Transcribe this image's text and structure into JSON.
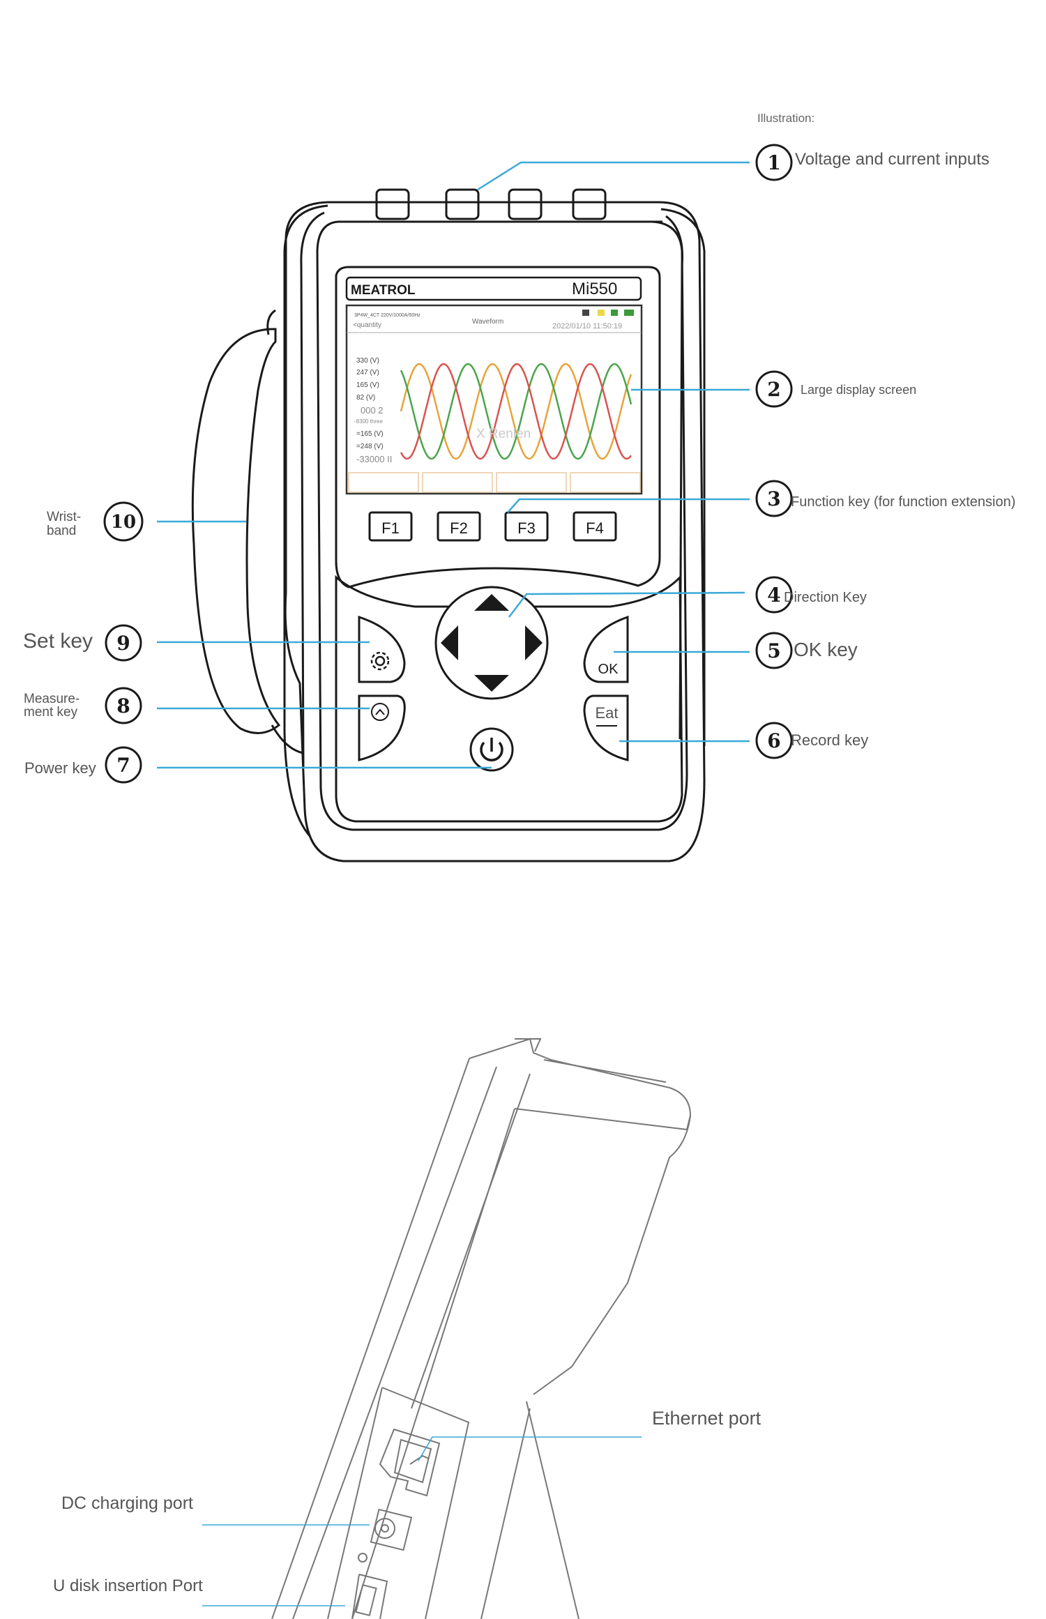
{
  "illustration_label": "Illustration:",
  "device": {
    "brand": "MEATROL",
    "model": "Mi550",
    "screen": {
      "header_left": "3P4W_4CT 220V/1000A/50Hz",
      "header_sub": "<quantity",
      "mode": "Waveform",
      "datetime": "2022/01/10 11:50:19",
      "y_ticks": [
        "330 (V)",
        "247 (V)",
        "165 (V)",
        "82 (V)",
        "000 2",
        "-8300 three",
        "=165 (V)",
        "=248 (V)",
        "-33000 II"
      ],
      "watermark": "X Renlen",
      "wave_colors": [
        "#e8a33a",
        "#4aa54a",
        "#d9534f"
      ]
    },
    "function_keys": [
      "F1",
      "F2",
      "F3",
      "F4"
    ],
    "ok_label": "OK",
    "record_label": "Eat"
  },
  "callouts": [
    {
      "num": "1",
      "text": "Voltage and current inputs"
    },
    {
      "num": "2",
      "text": "Large display screen"
    },
    {
      "num": "3",
      "text": "Function key (for function extension)"
    },
    {
      "num": "4",
      "text": "Direction Key"
    },
    {
      "num": "5",
      "text": "OK key"
    },
    {
      "num": "6",
      "text": "Record key"
    },
    {
      "num": "7",
      "text": "Power key"
    },
    {
      "num": "8",
      "text": "Measure-\nment key"
    },
    {
      "num": "9",
      "text": "Set key"
    },
    {
      "num": "10",
      "text": "Wrist-\nband"
    }
  ],
  "side_view": {
    "ethernet": "Ethernet port",
    "dc_charging": "DC charging port",
    "usb": "U disk insertion Port"
  },
  "colors": {
    "leader": "#3aa9d8",
    "outline": "#1a1a1a",
    "side_outline": "#777777"
  }
}
